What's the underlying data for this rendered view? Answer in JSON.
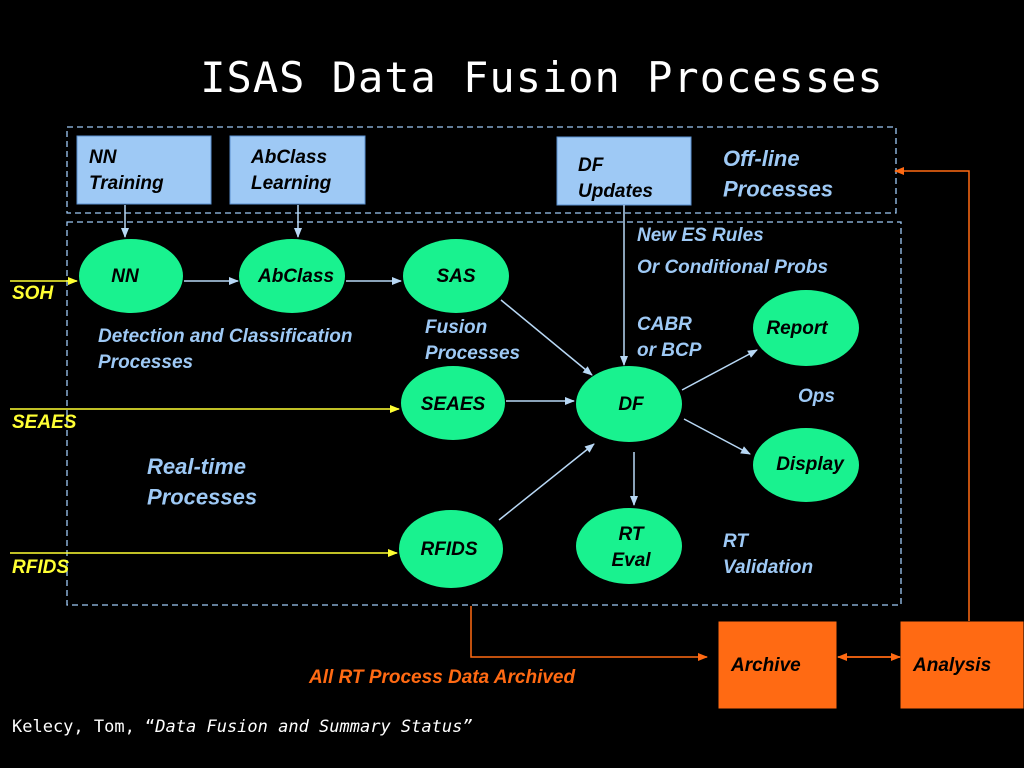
{
  "title": "ISAS Data Fusion Processes",
  "offline": {
    "boxes": [
      "NN\nTraining",
      "AbClass\nLearning",
      "DF\nUpdates"
    ],
    "label": "Off-line\nProcesses"
  },
  "nodes": {
    "nn": "NN",
    "abclass": "AbClass",
    "sas": "SAS",
    "seaes": "SEAES",
    "df": "DF",
    "rfids": "RFIDS",
    "rteval": "RT\nEval",
    "report": "Report",
    "display": "Display"
  },
  "inputs": {
    "soh": "SOH",
    "seaes": "SEAES",
    "rfids": "RFIDS"
  },
  "annotations": {
    "new_rules": "New ES Rules",
    "cond_probs": "Or Conditional Probs",
    "cabr": "CABR\nor BCP",
    "detection": "Detection and Classification\nProcesses",
    "fusion": "Fusion\nProcesses",
    "ops": "Ops",
    "realtime": "Real-time\nProcesses",
    "rt_validation": "RT\nValidation",
    "archived": "All RT Process Data Archived"
  },
  "archive": {
    "archive_label": "Archive",
    "analysis_label": "Analysis"
  },
  "footer": {
    "prefix": "Kelecy, Tom, “",
    "italic": "Data Fusion and Summary Status”"
  },
  "colors": {
    "background": "#000000",
    "node_fill": "#19f28f",
    "box_fill": "#9ec9f5",
    "accent_orange": "#ff6a13",
    "input_yellow": "#ffff33"
  }
}
